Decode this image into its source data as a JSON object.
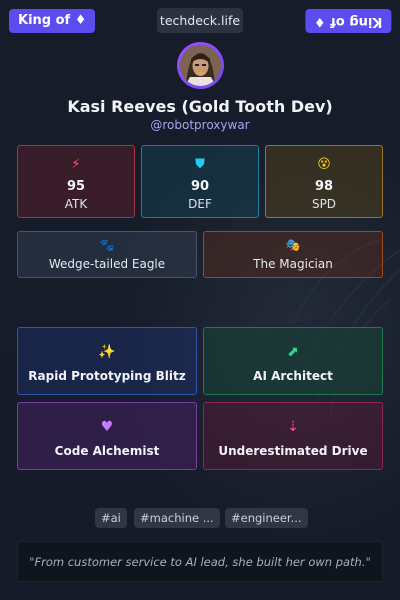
{
  "header": {
    "badge_left": "King of ♦",
    "badge_right": "King of ♦",
    "domain": "techdeck.life"
  },
  "profile": {
    "name": "Kasi Reeves (Gold Tooth Dev)",
    "handle": "@robotproxywar"
  },
  "stats": [
    {
      "icon": "lightning-icon",
      "glyph": "⚡",
      "value": "95",
      "label": "ATK",
      "color": "#ff5a6e"
    },
    {
      "icon": "shield-icon",
      "glyph": "⛊",
      "value": "90",
      "label": "DEF",
      "color": "#27c9f0"
    },
    {
      "icon": "dizzy-face-icon",
      "glyph": "😵",
      "value": "98",
      "label": "SPD",
      "color": "#f5c518"
    }
  ],
  "traits": [
    {
      "icon": "paw-icon",
      "glyph": "🐾",
      "label": "Wedge-tailed Eagle"
    },
    {
      "icon": "theater-masks-icon",
      "glyph": "🎭",
      "label": "The Magician"
    }
  ],
  "skills": [
    {
      "icon": "magic-wand-icon",
      "glyph": "✨",
      "label": "Rapid Prototyping Blitz",
      "color": "#6aa0ff"
    },
    {
      "icon": "network-chart-icon",
      "glyph": "⬈",
      "label": "AI Architect",
      "color": "#2fd38a"
    },
    {
      "icon": "heart-icon",
      "glyph": "♥",
      "label": "Code Alchemist",
      "color": "#c77dff"
    },
    {
      "icon": "sort-down-icon",
      "glyph": "⇣",
      "label": "Underestimated Drive",
      "color": "#ff4f8a"
    }
  ],
  "tags": [
    "#ai",
    "#machine ...",
    "#engineer..."
  ],
  "quote": "\"From customer service to AI lead, she built her own path.\"",
  "colors": {
    "accent": "#5b4cf0",
    "background": "#151b28"
  }
}
